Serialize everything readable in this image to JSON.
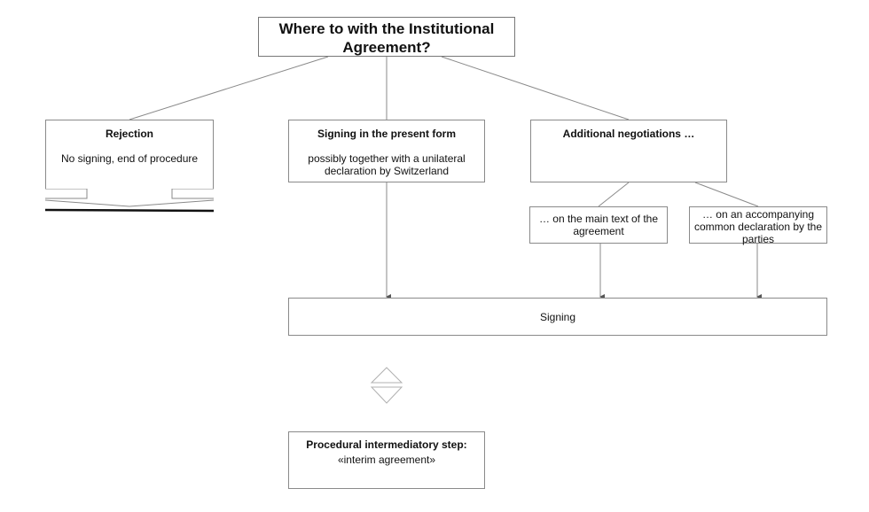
{
  "title": {
    "line1": "Where to with the Institutional",
    "line2": "Agreement?"
  },
  "options": {
    "rejection": {
      "heading": "Rejection",
      "body": "No signing, end of procedure"
    },
    "signing_present": {
      "heading": "Signing in the present form",
      "body": "possibly together with a unilateral declaration by Switzerland"
    },
    "negotiations": {
      "heading": "Additional negotiations …"
    }
  },
  "sub_negotiations": {
    "main_text": "… on the main text of the agreement",
    "common_declaration": "… on an accompanying common declaration by the parties"
  },
  "signing": {
    "label": "Signing"
  },
  "interim": {
    "heading": "Procedural intermediatory step:",
    "body": "«interim agreement»"
  },
  "colors": {
    "line": "#8a8a8a",
    "box_border": "#8a8a8a",
    "barrier": "#111111",
    "text": "#111111"
  }
}
